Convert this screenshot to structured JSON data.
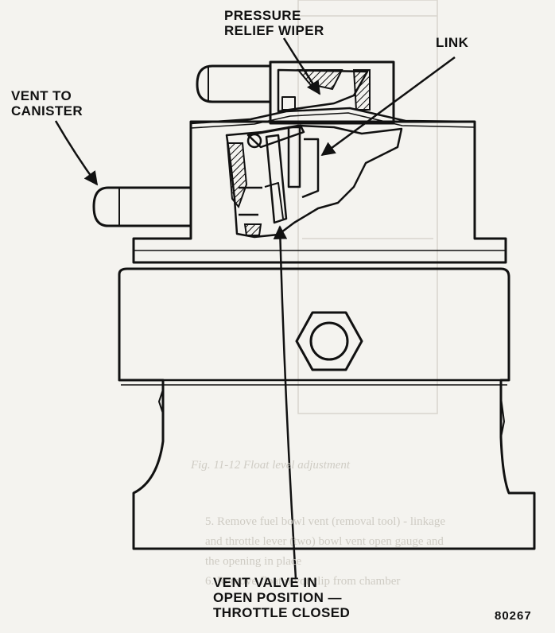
{
  "labels": {
    "pressure_relief_wiper": [
      "PRESSURE",
      "RELIEF WIPER"
    ],
    "link": "LINK",
    "vent_to_canister": [
      "VENT TO",
      "CANISTER"
    ],
    "vent_valve": [
      "VENT VALVE IN",
      "OPEN POSITION —",
      "THROTTLE CLOSED"
    ]
  },
  "figure_number": "80267",
  "bleed_through": {
    "caption": "Fig. 11-12  Float level adjustment",
    "paragraph": [
      "5. Remove fuel bowl vent (removal tool) - linkage",
      "and throttle lever (two) bowl vent open gauge and",
      "the opening in place",
      "6. Remove float pivot clip from chamber"
    ]
  },
  "colors": {
    "ink": "#111111",
    "paper": "#f4f3ef",
    "ghost": "#cfccc4"
  }
}
